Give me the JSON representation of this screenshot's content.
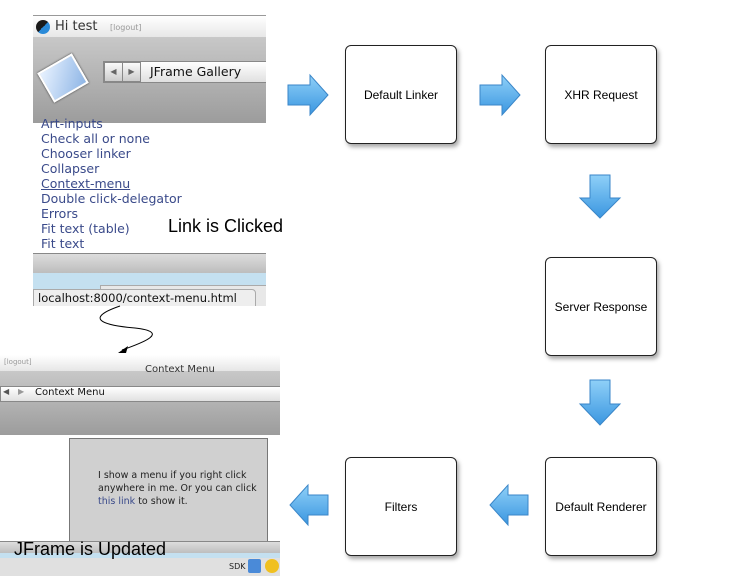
{
  "shot1": {
    "greeting": "Hi test",
    "logout": "[logout]",
    "window_title": "JFrame Gallery",
    "links": [
      "Art-inputs",
      "Check all or none",
      "Chooser linker",
      "Collapser",
      "Context-menu",
      "Double click-delegator",
      "Errors",
      "Fit text (table)",
      "Fit text"
    ],
    "status_url": "localhost:8000/context-menu.html"
  },
  "caption_clicked": "Link is Clicked",
  "shot2": {
    "logout": "[logout]",
    "window_title": "Context Menu",
    "nav_title": "Context Menu",
    "body_text_1": "I show a menu if you right click anywhere in me. Or you can click",
    "body_link": "this link",
    "body_text_2": "to show it.",
    "dock_label": "SDK"
  },
  "caption_updated": "JFrame is Updated",
  "nodes": {
    "default_linker": "Default Linker",
    "xhr_request": "XHR Request",
    "server_response": "Server Response",
    "default_renderer": "Default Renderer",
    "filters": "Filters"
  },
  "colors": {
    "arrow": "#5aaee8",
    "link": "#3a4a8a"
  }
}
